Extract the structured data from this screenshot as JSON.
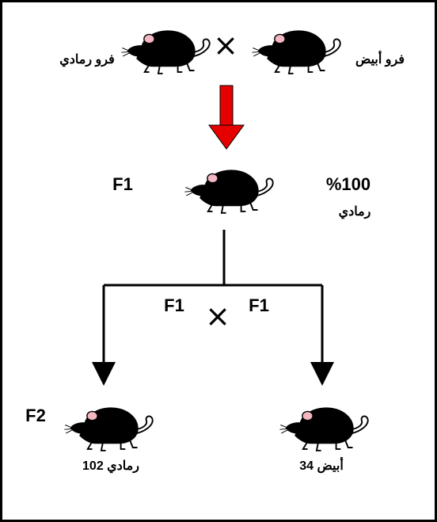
{
  "parents": {
    "gray_label": "فرو رمادي",
    "white_label": "فرو أبيض",
    "cross_symbol": "×"
  },
  "f1": {
    "generation": "F1",
    "percent": "%100",
    "phenotype": "رمادي"
  },
  "f1_cross": {
    "left": "F1",
    "right": "F1",
    "cross_symbol": "×"
  },
  "f2": {
    "generation": "F2",
    "gray_result": "102 رمادي",
    "white_result": "34 أبيض"
  },
  "colors": {
    "gray_fur": "#8c8c8c",
    "white_fur": "#ffffff",
    "ear": "#f4b6c2",
    "arrow_red": "#e60000"
  }
}
